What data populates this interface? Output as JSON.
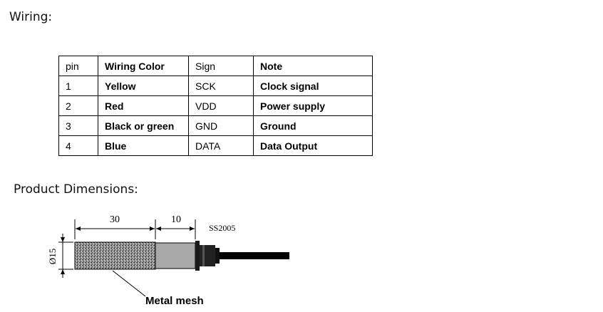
{
  "headings": {
    "wiring": "Wiring:",
    "dimensions": "Product Dimensions:"
  },
  "table": {
    "header": [
      "pin",
      "Wiring Color",
      "Sign",
      "Note"
    ],
    "rows": [
      [
        "1",
        "Yellow",
        "SCK",
        "Clock signal"
      ],
      [
        "2",
        "Red",
        "VDD",
        "Power supply"
      ],
      [
        "3",
        "Black or green",
        "GND",
        "Ground"
      ],
      [
        "4",
        "Blue",
        "DATA",
        "Data Output"
      ]
    ]
  },
  "diagram": {
    "dim_length_mesh": "30",
    "dim_length_body": "10",
    "dim_diameter": "Ø15",
    "model": "SS2005",
    "mesh_label": "Metal mesh"
  }
}
